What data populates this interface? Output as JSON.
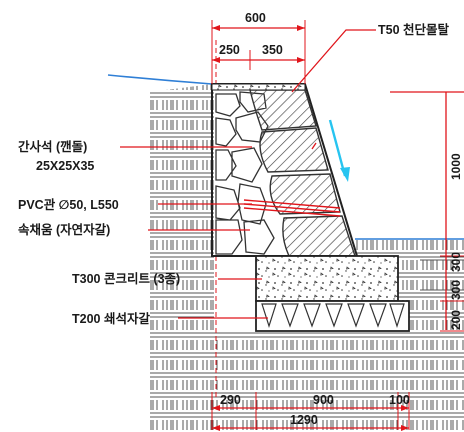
{
  "labels": {
    "cap": "T50 천단몰탈",
    "stone": "간사석 (깬돌)",
    "stone_size": "25X25X35",
    "pipe": "PVC관 ∅50, L550",
    "fill": "속채움 (자연자갈)",
    "concrete": "T300 콘크리트 (3종)",
    "gravel": "T200 쇄석자갈"
  },
  "dims": {
    "top_total": "600",
    "top_left": "250",
    "top_right": "350",
    "bottom_left": "290",
    "bottom_mid": "900",
    "bottom_right": "100",
    "bottom_total": "1290",
    "right_height": "1000",
    "right_a": "300",
    "right_b": "300",
    "right_c": "200"
  },
  "colors": {
    "dim_red": "#e0151b",
    "leader_red": "#e0151b",
    "ground_blue": "#2f7fd6",
    "water_cyan": "#27c4f0",
    "ink": "#1a1a1a"
  }
}
